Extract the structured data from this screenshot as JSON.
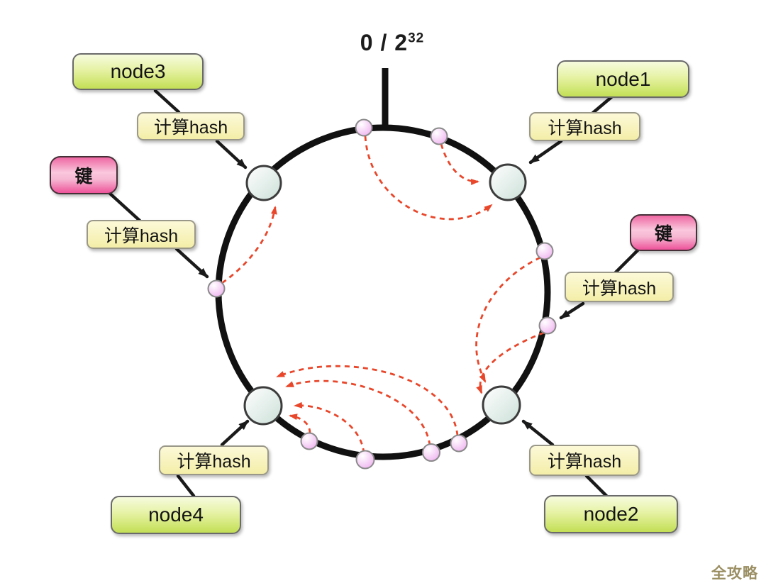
{
  "title": {
    "base": "0 / 2",
    "exponent": "32"
  },
  "labels": {
    "hash_step": "计算hash",
    "key": "键"
  },
  "nodes": [
    {
      "id": "node3",
      "label": "node3",
      "position": "top-left"
    },
    {
      "id": "node1",
      "label": "node1",
      "position": "top-right"
    },
    {
      "id": "node4",
      "label": "node4",
      "position": "bottom-left"
    },
    {
      "id": "node2",
      "label": "node2",
      "position": "bottom-right"
    }
  ],
  "ring": {
    "node_circle_count": 4,
    "key_dot_count": 9
  },
  "watermark": {
    "text": "全攻略"
  },
  "colors": {
    "ring_stroke": "#111111",
    "node_circle_fill": "#d2e4dd",
    "key_dot_fill": "#efb0ef",
    "mapping_arrow_red": "#e8472b",
    "node_box_green": "#c3df55",
    "hash_box_yellow": "#f4eea8",
    "key_box_pink": "#ee539a",
    "watermark_color": "#9a8e62"
  }
}
